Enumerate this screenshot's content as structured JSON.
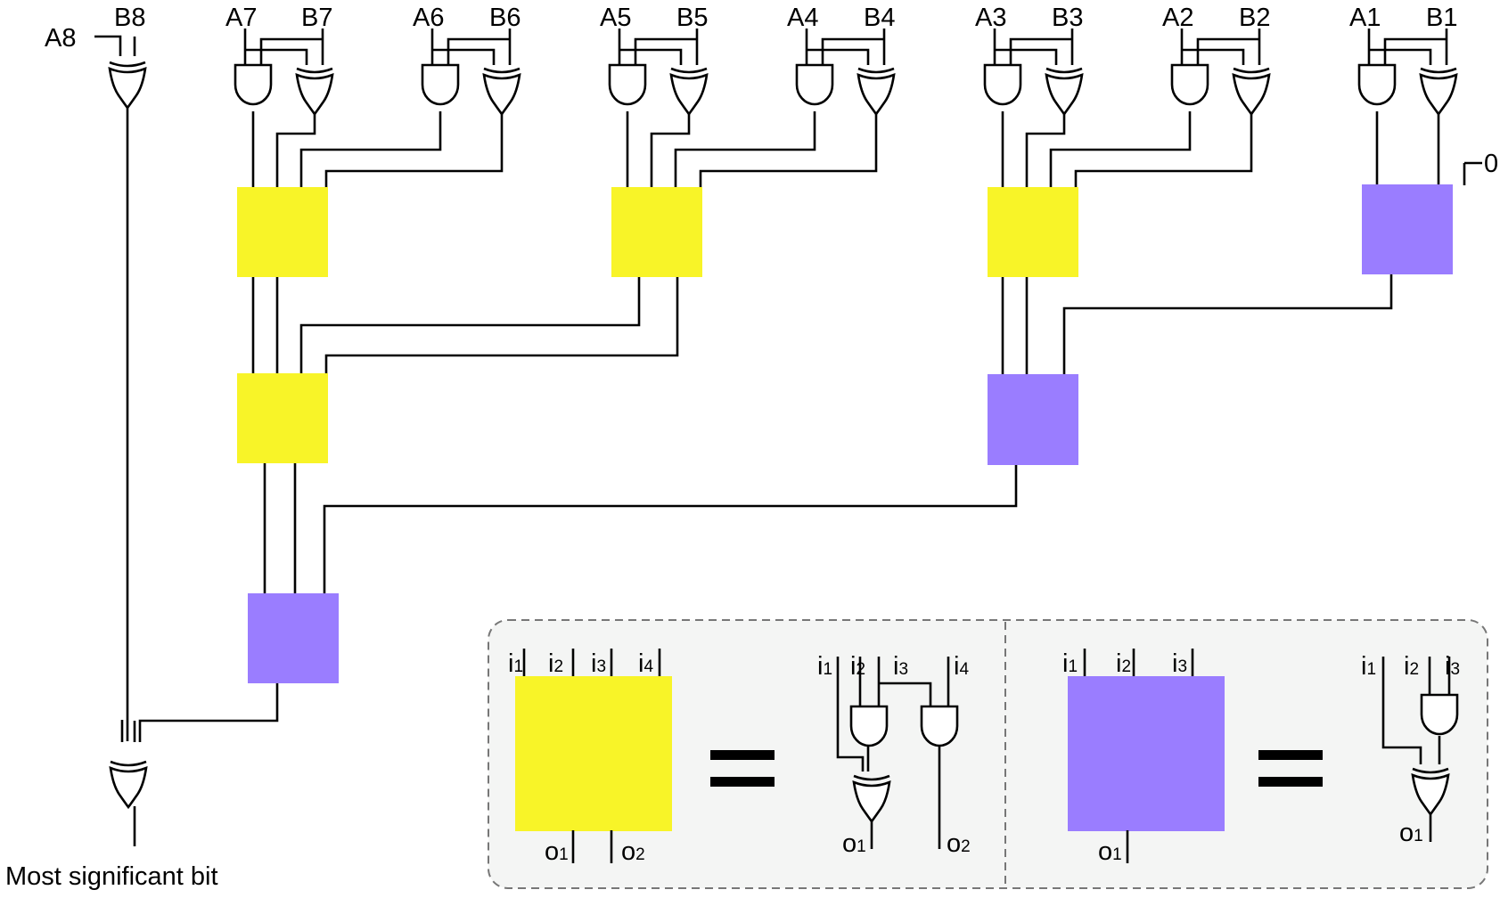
{
  "inputs": {
    "a8": "A8",
    "b8": "B8",
    "a7": "A7",
    "b7": "B7",
    "a6": "A6",
    "b6": "B6",
    "a5": "A5",
    "b5": "B5",
    "a4": "A4",
    "b4": "B4",
    "a3": "A3",
    "b3": "B3",
    "a2": "A2",
    "b2": "B2",
    "a1": "A1",
    "b1": "B1",
    "carry_in": "0"
  },
  "output_label": "Most significant bit",
  "legend": {
    "yellow": {
      "i1": "i",
      "i1s": "1",
      "i2": "i",
      "i2s": "2",
      "i3": "i",
      "i3s": "3",
      "i4": "i",
      "i4s": "4",
      "o1": "o",
      "o1s": "1",
      "o2": "o",
      "o2s": "2"
    },
    "purple": {
      "i1": "i",
      "i1s": "1",
      "i2": "i",
      "i2s": "2",
      "i3": "i",
      "i3s": "3",
      "o1": "o",
      "o1s": "1"
    }
  },
  "colors": {
    "yellow_block": "#f8f428",
    "purple_block": "#9a7dff",
    "legend_bg": "#f4f5f4",
    "legend_border": "#777777"
  }
}
